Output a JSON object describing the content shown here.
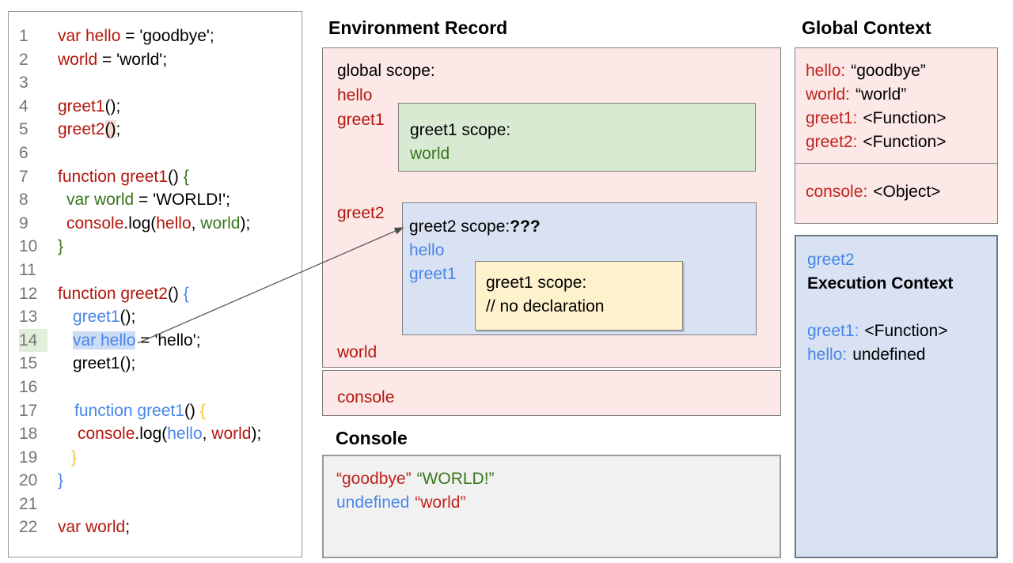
{
  "code_panel": {
    "lines": [
      {
        "n": "1",
        "indent": 0,
        "segs": [
          {
            "t": "var hello",
            "c": "red"
          },
          {
            "t": " = 'goodbye';",
            "c": "black"
          }
        ]
      },
      {
        "n": "2",
        "indent": 0,
        "segs": [
          {
            "t": "world",
            "c": "red"
          },
          {
            "t": " = 'world';",
            "c": "black"
          }
        ]
      },
      {
        "n": "3",
        "indent": 0,
        "segs": []
      },
      {
        "n": "4",
        "indent": 0,
        "segs": [
          {
            "t": "greet1",
            "c": "red"
          },
          {
            "t": "();",
            "c": "black"
          }
        ]
      },
      {
        "n": "5",
        "indent": 0,
        "segs": [
          {
            "t": "greet2",
            "c": "red"
          },
          {
            "t": "()",
            "c": "black",
            "hl": "pink"
          },
          {
            "t": ";",
            "c": "black"
          }
        ]
      },
      {
        "n": "6",
        "indent": 0,
        "segs": []
      },
      {
        "n": "7",
        "indent": 0,
        "segs": [
          {
            "t": "function greet1",
            "c": "red"
          },
          {
            "t": "() ",
            "c": "black"
          },
          {
            "t": "{",
            "c": "green"
          }
        ]
      },
      {
        "n": "8",
        "indent": 11,
        "segs": [
          {
            "t": "var world",
            "c": "green"
          },
          {
            "t": " = 'WORLD!';",
            "c": "black"
          }
        ]
      },
      {
        "n": "9",
        "indent": 11,
        "segs": [
          {
            "t": "console",
            "c": "red"
          },
          {
            "t": ".log(",
            "c": "black"
          },
          {
            "t": "hello",
            "c": "red"
          },
          {
            "t": ", ",
            "c": "black"
          },
          {
            "t": "world",
            "c": "green"
          },
          {
            "t": ");",
            "c": "black"
          }
        ]
      },
      {
        "n": "10",
        "indent": 0,
        "segs": [
          {
            "t": "}",
            "c": "green"
          }
        ]
      },
      {
        "n": "11",
        "indent": 0,
        "segs": []
      },
      {
        "n": "12",
        "indent": 0,
        "segs": [
          {
            "t": "function greet2",
            "c": "red"
          },
          {
            "t": "() ",
            "c": "black"
          },
          {
            "t": "{",
            "c": "blue"
          }
        ]
      },
      {
        "n": "13",
        "indent": 19,
        "segs": [
          {
            "t": "greet1",
            "c": "blue"
          },
          {
            "t": "();",
            "c": "black"
          }
        ]
      },
      {
        "n": "14",
        "indent": 19,
        "numHl": true,
        "segs": [
          {
            "t": "var hello",
            "c": "blue",
            "hl": "blue"
          },
          {
            "t": " = 'hello';",
            "c": "black"
          }
        ]
      },
      {
        "n": "15",
        "indent": 19,
        "segs": [
          {
            "t": "greet1();",
            "c": "black"
          }
        ]
      },
      {
        "n": "16",
        "indent": 0,
        "segs": []
      },
      {
        "n": "17",
        "indent": 21,
        "segs": [
          {
            "t": "function greet1",
            "c": "blue"
          },
          {
            "t": "() ",
            "c": "black"
          },
          {
            "t": "{",
            "c": "yellow"
          }
        ]
      },
      {
        "n": "18",
        "indent": 25,
        "segs": [
          {
            "t": "console",
            "c": "red"
          },
          {
            "t": ".log(",
            "c": "black"
          },
          {
            "t": "hello",
            "c": "blue"
          },
          {
            "t": ", ",
            "c": "black"
          },
          {
            "t": "world",
            "c": "red"
          },
          {
            "t": ");",
            "c": "black"
          }
        ]
      },
      {
        "n": "19",
        "indent": 17,
        "segs": [
          {
            "t": "}",
            "c": "yellow"
          }
        ]
      },
      {
        "n": "20",
        "indent": 0,
        "segs": [
          {
            "t": "}",
            "c": "blue"
          }
        ]
      },
      {
        "n": "21",
        "indent": 0,
        "segs": []
      },
      {
        "n": "22",
        "indent": 0,
        "segs": [
          {
            "t": "var world",
            "c": "red"
          },
          {
            "t": ";",
            "c": "black"
          }
        ]
      }
    ]
  },
  "environment_record": {
    "title": "Environment Record",
    "global_scope_label": "global scope:",
    "labels": {
      "hello": "hello",
      "greet1": "greet1",
      "greet2": "greet2",
      "world": "world",
      "console": "console"
    },
    "greet1_scope": {
      "title": "greet1 scope:",
      "entry": "world"
    },
    "greet2_scope": {
      "title": "greet2 scope:",
      "unknown": "???",
      "entry1": "hello",
      "entry2": "greet1",
      "inner_greet1_scope": {
        "title": "greet1 scope:",
        "comment": "// no declaration"
      }
    }
  },
  "console_panel": {
    "title": "Console",
    "lines": [
      [
        {
          "t": "“goodbye”",
          "c": "red"
        },
        {
          "t": "“WORLD!”",
          "c": "green"
        }
      ],
      [
        {
          "t": "undefined",
          "c": "blue"
        },
        {
          "t": "“world”",
          "c": "red"
        }
      ]
    ]
  },
  "global_context": {
    "title": "Global Context",
    "entries": [
      {
        "key": "hello:",
        "value": "“goodbye”"
      },
      {
        "key": "world:",
        "value": "“world”"
      },
      {
        "key": "greet1:",
        "value": "<Function>"
      },
      {
        "key": "greet2:",
        "value": "<Function>"
      }
    ],
    "console_entry": {
      "key": "console:",
      "value": "<Object>"
    }
  },
  "execution_context": {
    "fn_name": "greet2",
    "title": "Execution Context",
    "entries": [
      {
        "key": "greet1:",
        "value": "<Function>"
      },
      {
        "key": "hello:",
        "value": "undefined"
      }
    ]
  }
}
